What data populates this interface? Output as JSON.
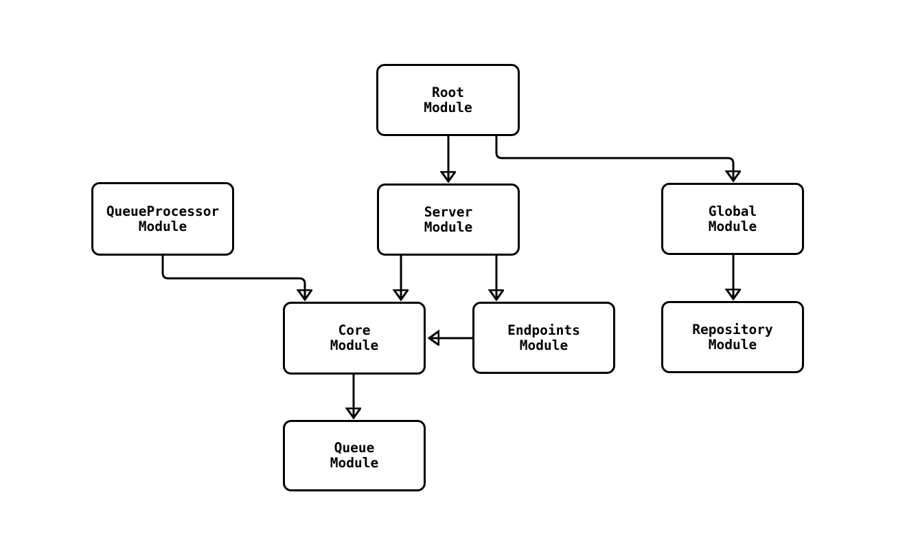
{
  "diagram": {
    "type": "flowchart",
    "background_color": "#ffffff",
    "node_fill_color": "#ffffff",
    "node_border_color": "#000000",
    "edge_color": "#000000",
    "text_color": "#000000",
    "nodes": [
      {
        "id": "root",
        "label": "Root\nModule"
      },
      {
        "id": "queue-processor",
        "label": "QueueProcessor\nModule"
      },
      {
        "id": "server",
        "label": "Server\nModule"
      },
      {
        "id": "global",
        "label": "Global\nModule"
      },
      {
        "id": "core",
        "label": "Core\nModule"
      },
      {
        "id": "endpoints",
        "label": "Endpoints\nModule"
      },
      {
        "id": "repository",
        "label": "Repository\nModule"
      },
      {
        "id": "queue",
        "label": "Queue\nModule"
      }
    ],
    "edges": [
      {
        "from": "root",
        "to": "server"
      },
      {
        "from": "root",
        "to": "global"
      },
      {
        "from": "queue-processor",
        "to": "core"
      },
      {
        "from": "server",
        "to": "core"
      },
      {
        "from": "server",
        "to": "endpoints"
      },
      {
        "from": "endpoints",
        "to": "core"
      },
      {
        "from": "global",
        "to": "repository"
      },
      {
        "from": "core",
        "to": "queue"
      }
    ]
  }
}
